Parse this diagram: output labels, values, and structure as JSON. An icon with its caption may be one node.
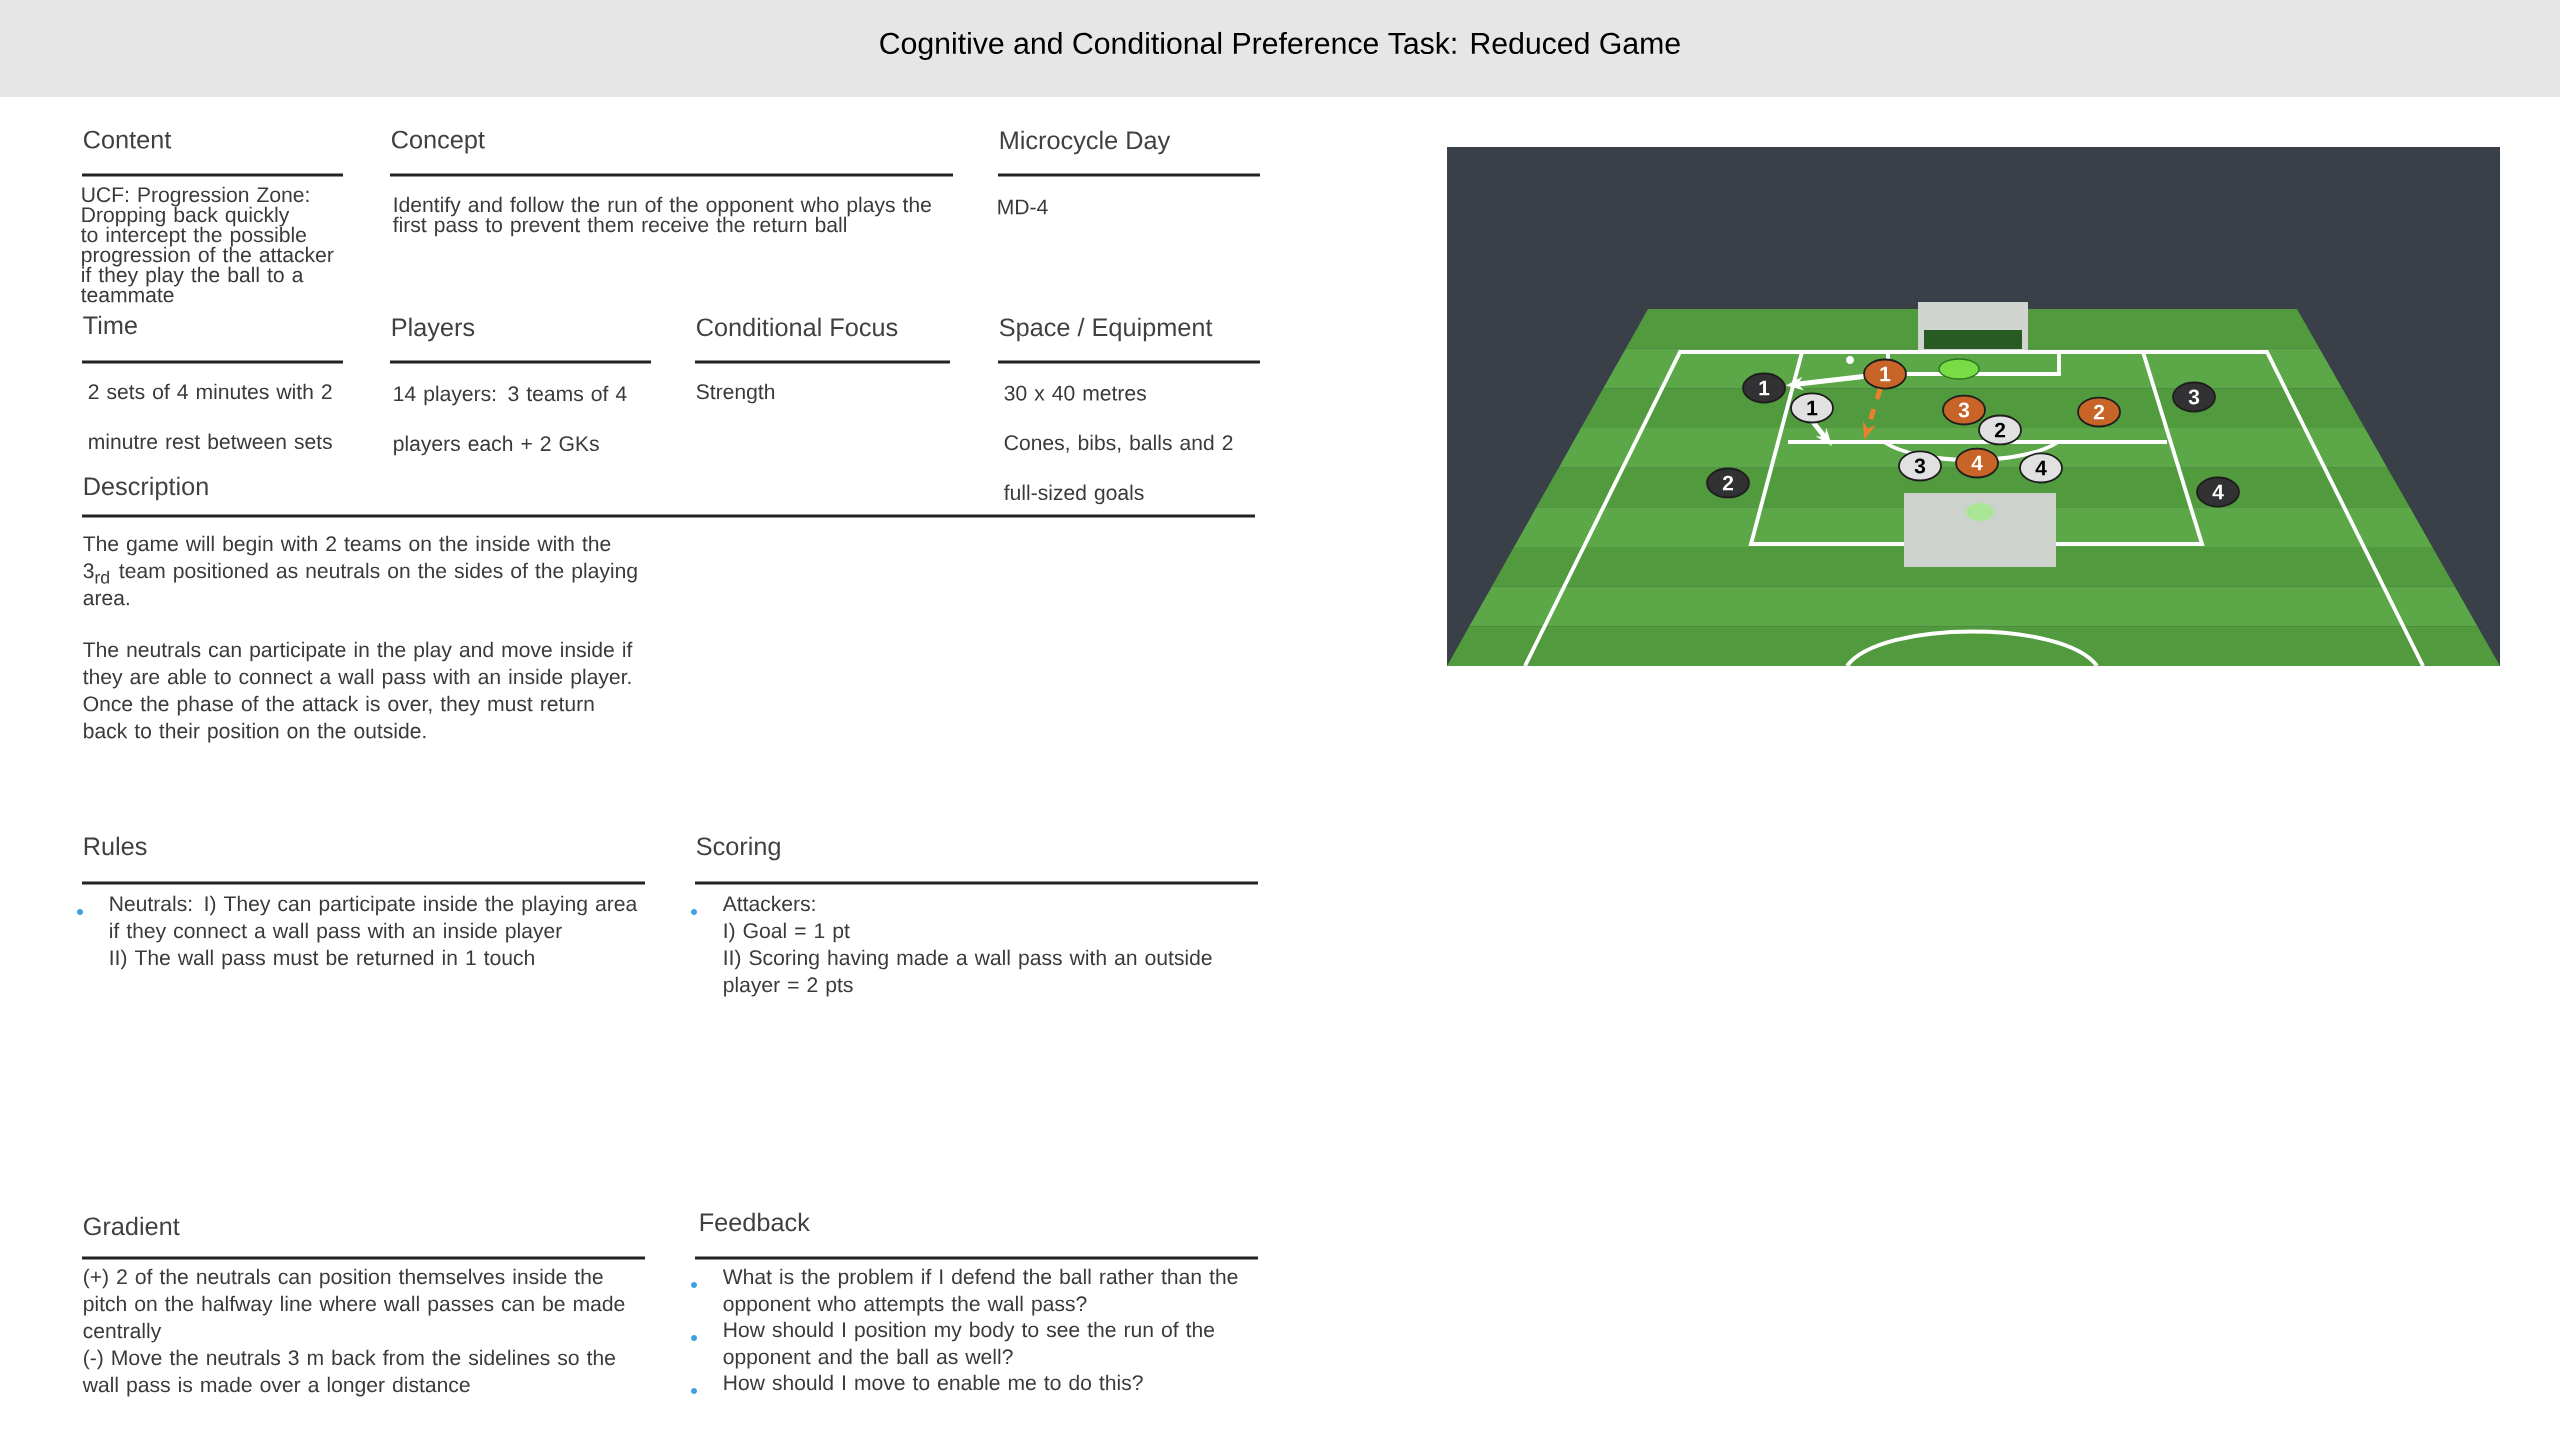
{
  "diagram": {
    "title": "Cognitive and Conditional Preference Task: Reduced Game",
    "nodes": [
      {
        "text": [
          "1"
        ]
      },
      {
        "text": [
          "1"
        ]
      },
      {
        "text": [
          "3"
        ]
      },
      {
        "text": [
          "1"
        ]
      },
      {
        "text": [
          "3"
        ]
      },
      {
        "text": [
          "2"
        ]
      },
      {
        "text": [
          "2"
        ]
      },
      {
        "text": [
          "4"
        ]
      },
      {
        "text": [
          "3"
        ]
      },
      {
        "text": [
          "4"
        ]
      },
      {
        "text": [
          "2"
        ]
      },
      {
        "text": [
          "4"
        ]
      }
    ],
    "edges": [
      {
        "from": 0,
        "to": 1,
        "arrow": "to"
      },
      {
        "from": 0,
        "to": null,
        "arrow": "to",
        "style": "dashed",
        "color": "#e8812f"
      }
    ],
    "labels": [
      "Content",
      "Concept",
      "Microcycle Day",
      "UCF: Progression Zone: Dropping back quickly to intercept the possible progression of the attacker if they play the ball to a teammate",
      "Identify and follow the run of the opponent who plays the first pass to prevent them receive the return ball",
      "MD-4",
      "Time",
      "Players",
      "Conditional Focus",
      "Space / Equipment",
      "2 sets of 4 minutes with 2 minutre rest between sets",
      "14 players: 3 teams of 4 players each + 2 GKs",
      "Strength",
      "30 x 40 metres",
      "Cones, bibs, balls and 2 full-sized goals",
      "Description",
      "The game will begin with 2 teams on the inside with the 3$_{rd}$ team positioned as neutrals on the sides of the playing area.",
      "The neutrals can participate in the play and move inside if they are able to connect a wall pass with an inside player. Once the phase of the attack is over, they must return back to their position on the outside.",
      "Rules",
      "Scoring",
      "Neutrals: I) They can participate inside the playing area if they connect a wall pass with an inside player",
      "II) The wall pass must be returned in 1 touch",
      "Attackers:",
      "I) Goal = 1 pt",
      "II) Scoring having made a wall pass with an outside player = 2 pts",
      "Gradient",
      "Feedback",
      "(+) 2 of the neutrals can position themselves inside the pitch on the halfway line where wall passes can be made centrally",
      "(-) Move the neutrals 3 m back from the sidelines so the wall pass is made over a longer distance",
      "What is the problem if I defend the ball rather than the opponent who attempts the wall pass?",
      "How should I position my body to see the run of the opponent and the ball as well?",
      "How should I move to enable me to do this?"
    ]
  }
}
